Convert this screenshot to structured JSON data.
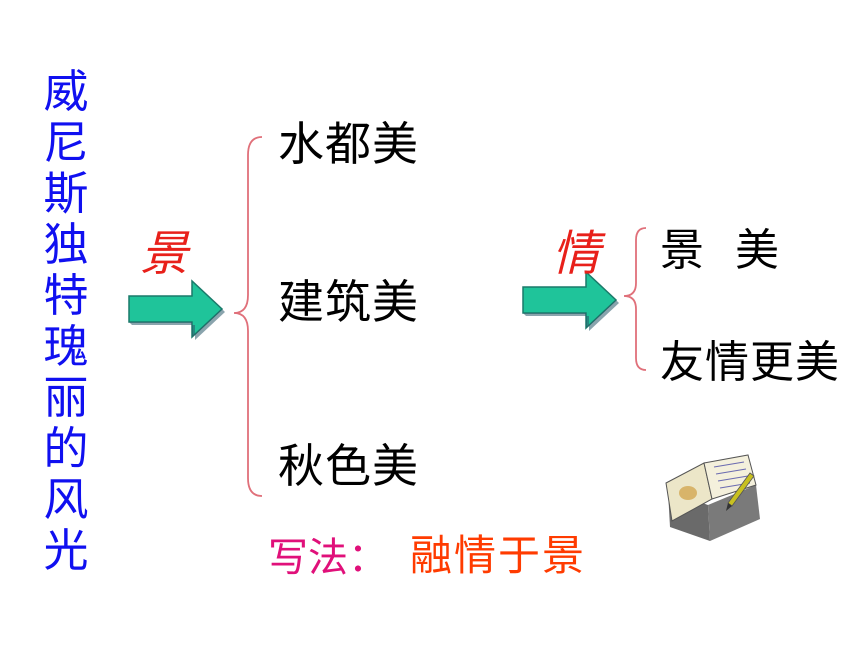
{
  "title": [
    "威",
    "尼",
    "斯",
    "独",
    "特",
    "瑰",
    "丽",
    "的",
    "风",
    "光"
  ],
  "scene_label": "景",
  "scenes": [
    "水都美",
    "建筑美",
    "秋色美"
  ],
  "emotion_label": "情",
  "emotions": [
    "景  美",
    "友情更美"
  ],
  "method": {
    "label": "写法：",
    "value": "融情于景"
  },
  "colors": {
    "title": "#1010f0",
    "accent_red": "#e8201a",
    "method_label": "#e0107a",
    "arrow_fill": "#1fc49a",
    "brace": "#e0707a"
  },
  "icons": [
    "right-arrow-icon",
    "open-book-icon"
  ]
}
